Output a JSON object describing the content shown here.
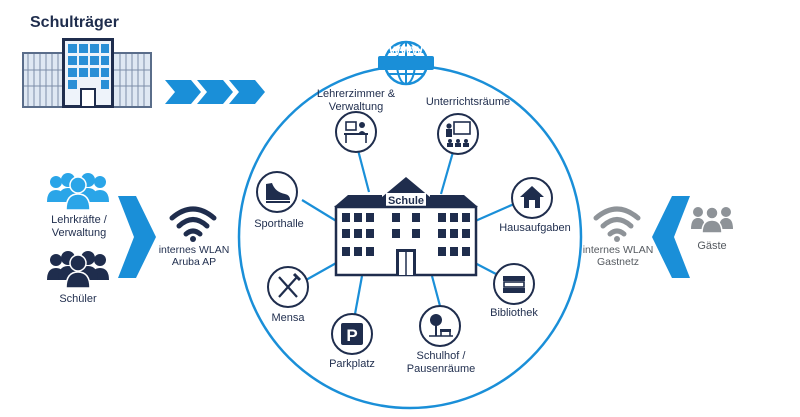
{
  "title": "Schulträger",
  "www_label": "WWW",
  "school_label": "Schule",
  "left": {
    "staff_label_line1": "Lehrkräfte /",
    "staff_label_line2": "Verwaltung",
    "students_label": "Schüler",
    "wlan_line1": "internes WLAN",
    "wlan_line2": "Aruba AP"
  },
  "right": {
    "guests_label": "Gäste",
    "wlan_line1": "internes WLAN",
    "wlan_line2": "Gastnetz"
  },
  "areas": {
    "lehrerzimmer_line1": "Lehrerzimmer &",
    "lehrerzimmer_line2": "Verwaltung",
    "unterricht": "Unterrichtsräume",
    "sporthalle": "Sporthalle",
    "hausaufgaben": "Hausaufgaben",
    "mensa": "Mensa",
    "bibliothek": "Bibliothek",
    "parkplatz": "Parkplatz",
    "schulhof_line1": "Schulhof /",
    "schulhof_line2": "Pausenräume"
  },
  "colors": {
    "navy": "#1f2d4d",
    "blue": "#1a8fd8",
    "light_blue": "#2aa5e8",
    "gray": "#8e9398"
  },
  "icons": [
    "office-building-icon",
    "chevrons-right-icon",
    "globe-www-icon",
    "people-group-icon",
    "wifi-icon",
    "school-building-icon",
    "desk-computer-icon",
    "teacher-board-icon",
    "sneaker-icon",
    "house-icon",
    "fork-knife-icon",
    "books-icon",
    "parking-icon",
    "tree-bench-icon"
  ]
}
